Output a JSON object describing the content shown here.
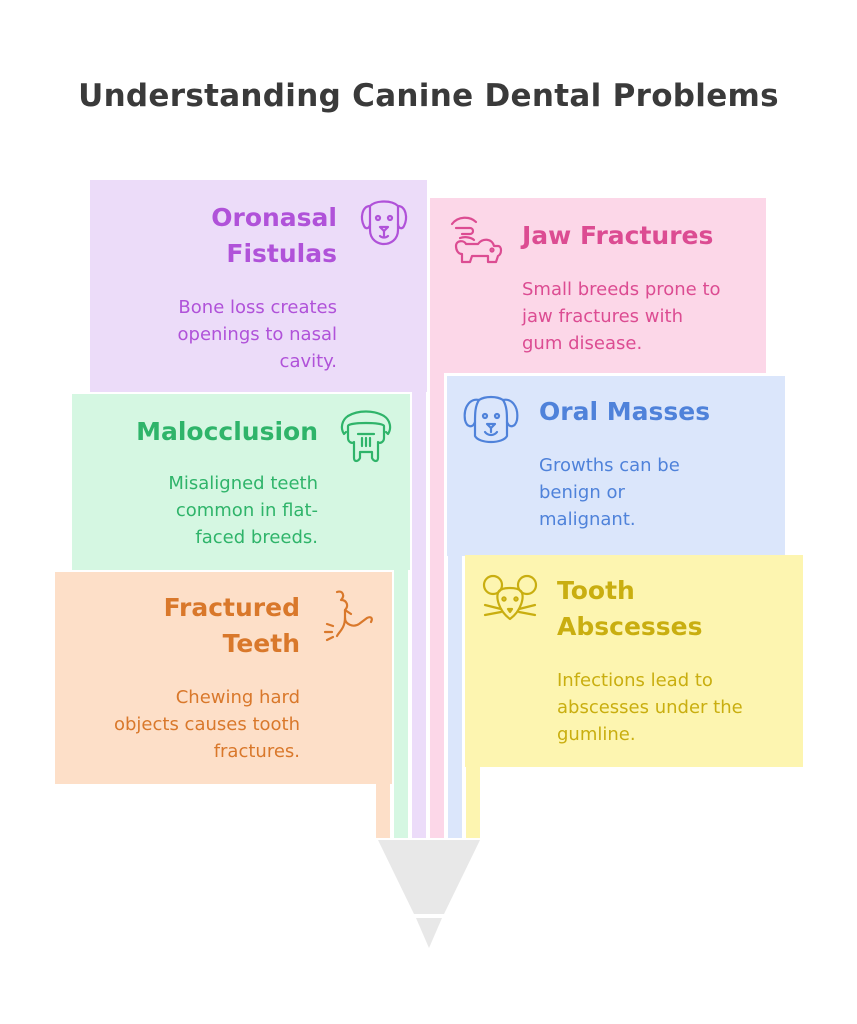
{
  "title": "Understanding Canine Dental Problems",
  "colors": {
    "purple_bg": "#ecdcf9",
    "purple_text": "#b052d9",
    "pink_bg": "#fcd7e8",
    "pink_text": "#dc4c92",
    "green_bg": "#d5f7e2",
    "green_text": "#2fb46a",
    "blue_bg": "#dbe6fb",
    "blue_text": "#4f82da",
    "orange_bg": "#fddfc8",
    "orange_text": "#d9782b",
    "yellow_bg": "#fdf5b0",
    "yellow_text": "#c9ae10",
    "funnel": "#e8e8e8"
  },
  "cards": {
    "oronasal": {
      "title": "Oronasal\nFistulas",
      "desc": "Bone loss creates\nopenings to nasal\ncavity.",
      "icon": "dog-face-icon"
    },
    "jaw": {
      "title": "Jaw Fractures",
      "desc": "Small breeds prone to\njaw fractures with\ngum disease.",
      "icon": "hand-dog-icon"
    },
    "malocclusion": {
      "title": "Malocclusion",
      "desc": "Misaligned teeth\ncommon in flat-\nfaced breeds.",
      "icon": "bulldog-icon"
    },
    "masses": {
      "title": "Oral Masses",
      "desc": "Growths can be\nbenign or\nmalignant.",
      "icon": "dog-head-icon"
    },
    "fractured": {
      "title": "Fractured\nTeeth",
      "desc": "Chewing hard\nobjects causes tooth\nfractures.",
      "icon": "chewing-icon"
    },
    "abscess": {
      "title": "Tooth\nAbscesses",
      "desc": "Infections lead to\nabscesses under the\ngumline.",
      "icon": "mouse-face-icon"
    }
  }
}
